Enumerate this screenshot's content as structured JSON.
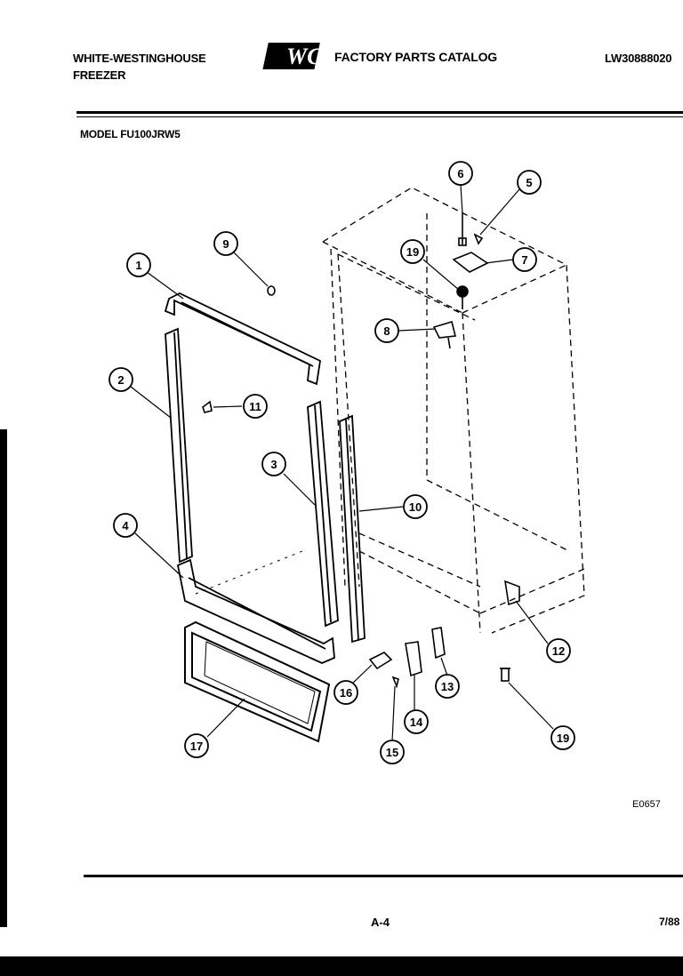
{
  "header": {
    "brand_line1": "WHITE-WESTINGHOUSE",
    "brand_line2": "FREEZER",
    "logo_text": "WCI",
    "catalog_title": "FACTORY PARTS CATALOG",
    "doc_id": "LW30888020"
  },
  "model_label": "MODEL FU100JRW5",
  "diagram_code": "E0657",
  "footer": {
    "page_number": "A-4",
    "date": "7/88"
  },
  "callouts": [
    "1",
    "2",
    "3",
    "4",
    "5",
    "6",
    "7",
    "8",
    "9",
    "10",
    "11",
    "12",
    "13",
    "14",
    "15",
    "16",
    "17",
    "19",
    "19"
  ]
}
